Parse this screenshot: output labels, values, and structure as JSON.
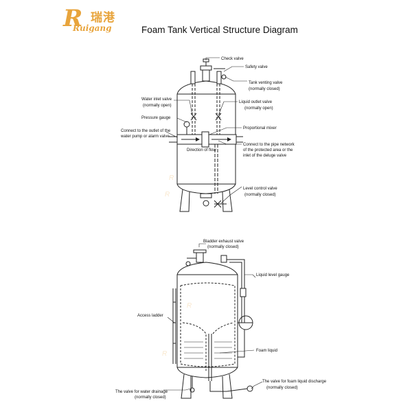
{
  "brand": {
    "name_cn": "瑞港",
    "name_en": "Ruigang",
    "color": "#e8a43c"
  },
  "title": "Foam Tank Vertical Structure Diagram",
  "diagram1": {
    "labels": {
      "check_valve": "Check valve",
      "safety_valve": "Safety valve",
      "tank_venting_valve": "Tank venting valve",
      "tank_venting_state": "(normally closed)",
      "water_inlet_valve": "Water inlet valve",
      "water_inlet_state": "(normally open)",
      "liquid_outlet_valve": "Liquid outlet valve",
      "liquid_outlet_state": "(normally open)",
      "pressure_gauge": "Pressure gauge",
      "proportional_mixer": "Proportional mixer",
      "connect_outlet_line1": "Connect to the outlet of the",
      "connect_outlet_line2": "water pump or alarm valve",
      "connect_network_line1": "Connect to the pipe network",
      "connect_network_line2": "of the protected area or the",
      "connect_network_line3": "inlet of the deluge valve",
      "direction_of_flow": "Direction of flow",
      "level_control_valve": "Level control valve",
      "level_control_state": "(normally closed)"
    }
  },
  "diagram2": {
    "labels": {
      "bladder_exhaust_valve": "Bladder exhaust valve",
      "bladder_exhaust_state": "(normally closed)",
      "liquid_level_gauge": "Liquid level gauge",
      "access_ladder": "Access ladder",
      "foam_liquid": "Foam  liquid",
      "water_drainage_line1": "The valve for water drainage",
      "water_drainage_line2": "(normally closed)",
      "foam_discharge_line1": "The valve for foam liquid discharge",
      "foam_discharge_line2": "(normally closed)"
    }
  }
}
